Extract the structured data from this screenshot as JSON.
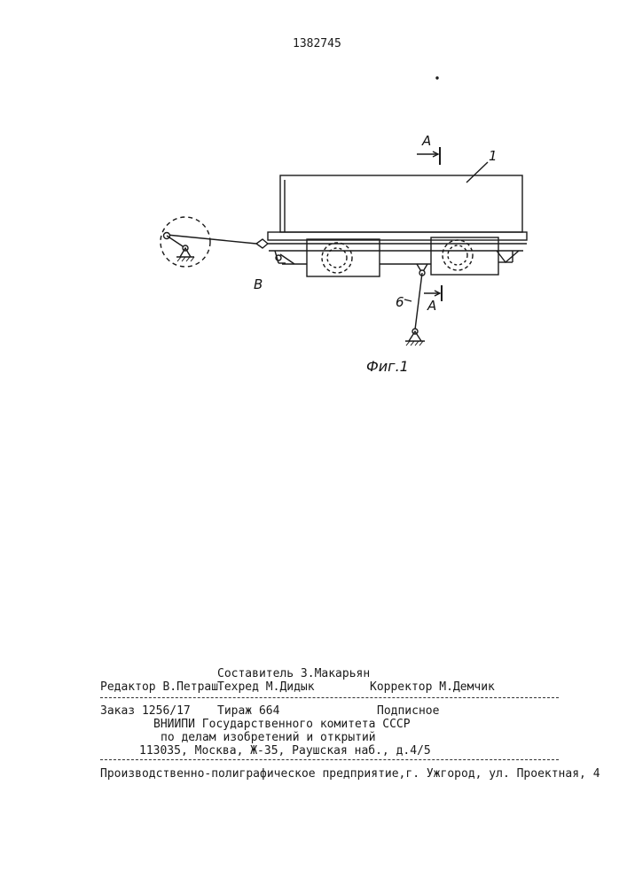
{
  "patent_number": "1382745",
  "figure": {
    "caption": "Фиг.1",
    "labels": {
      "section_top": "A",
      "section_bottom": "A",
      "part_1": "1",
      "part_6": "6",
      "point_b": "B"
    }
  },
  "footer": {
    "compiler": "Составитель З.Макарьян",
    "editor": "Редактор В.Петраш",
    "techred": "Техред М.Дидык",
    "corrector": "Корректор М.Демчик",
    "order": "Заказ 1256/17",
    "circulation": "Тираж 664",
    "subscription": "Подписное",
    "org_line1": "ВНИИПИ Государственного комитета СССР",
    "org_line2": "по делам изобретений и открытий",
    "address": "113035, Москва, Ж-35, Раушская наб., д.4/5",
    "printer": "Производственно-полиграфическое предприятие,г. Ужгород, ул. Проектная, 4"
  }
}
